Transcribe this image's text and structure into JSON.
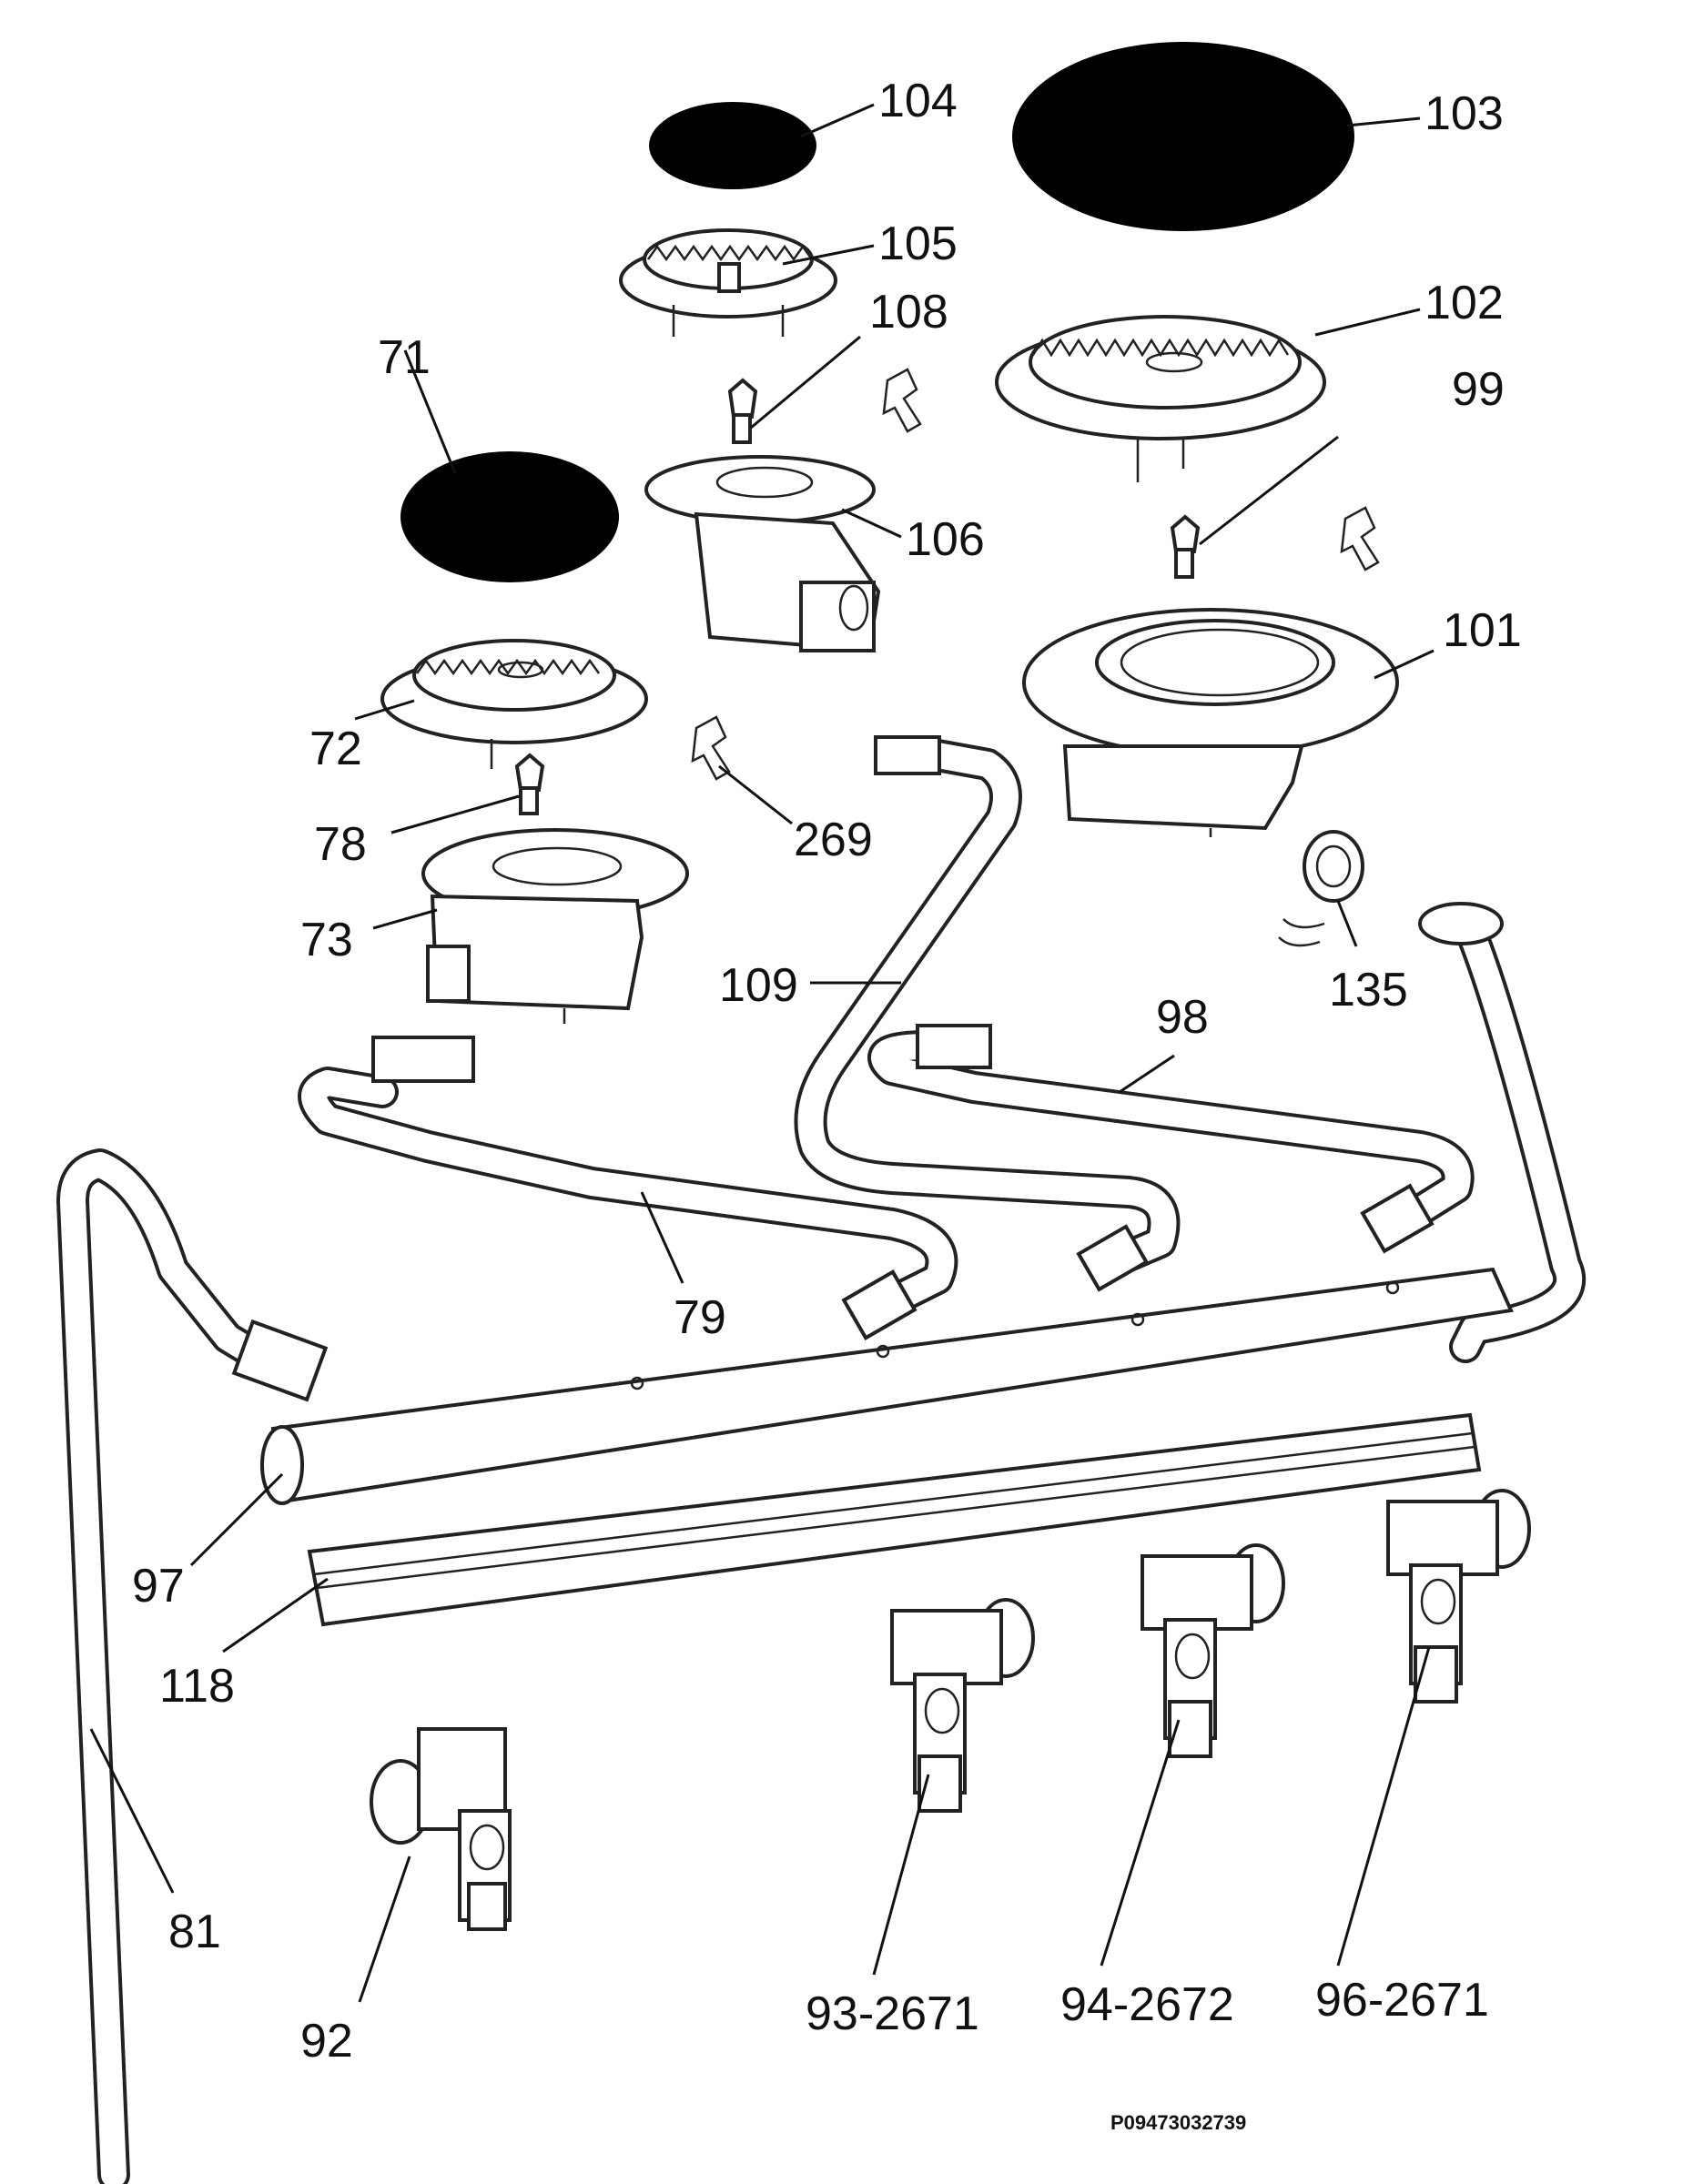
{
  "diagram": {
    "document_code": "P09473032739",
    "labels": {
      "p71": "71",
      "p72": "72",
      "p73": "73",
      "p78": "78",
      "p79": "79",
      "p81": "81",
      "p92": "92",
      "p93": "93-2671",
      "p94": "94-2672",
      "p96": "96-2671",
      "p97": "97",
      "p98": "98",
      "p99": "99",
      "p101": "101",
      "p102": "102",
      "p103": "103",
      "p104": "104",
      "p105": "105",
      "p106": "106",
      "p108": "108",
      "p109": "109",
      "p118": "118",
      "p135": "135",
      "p269": "269"
    }
  }
}
